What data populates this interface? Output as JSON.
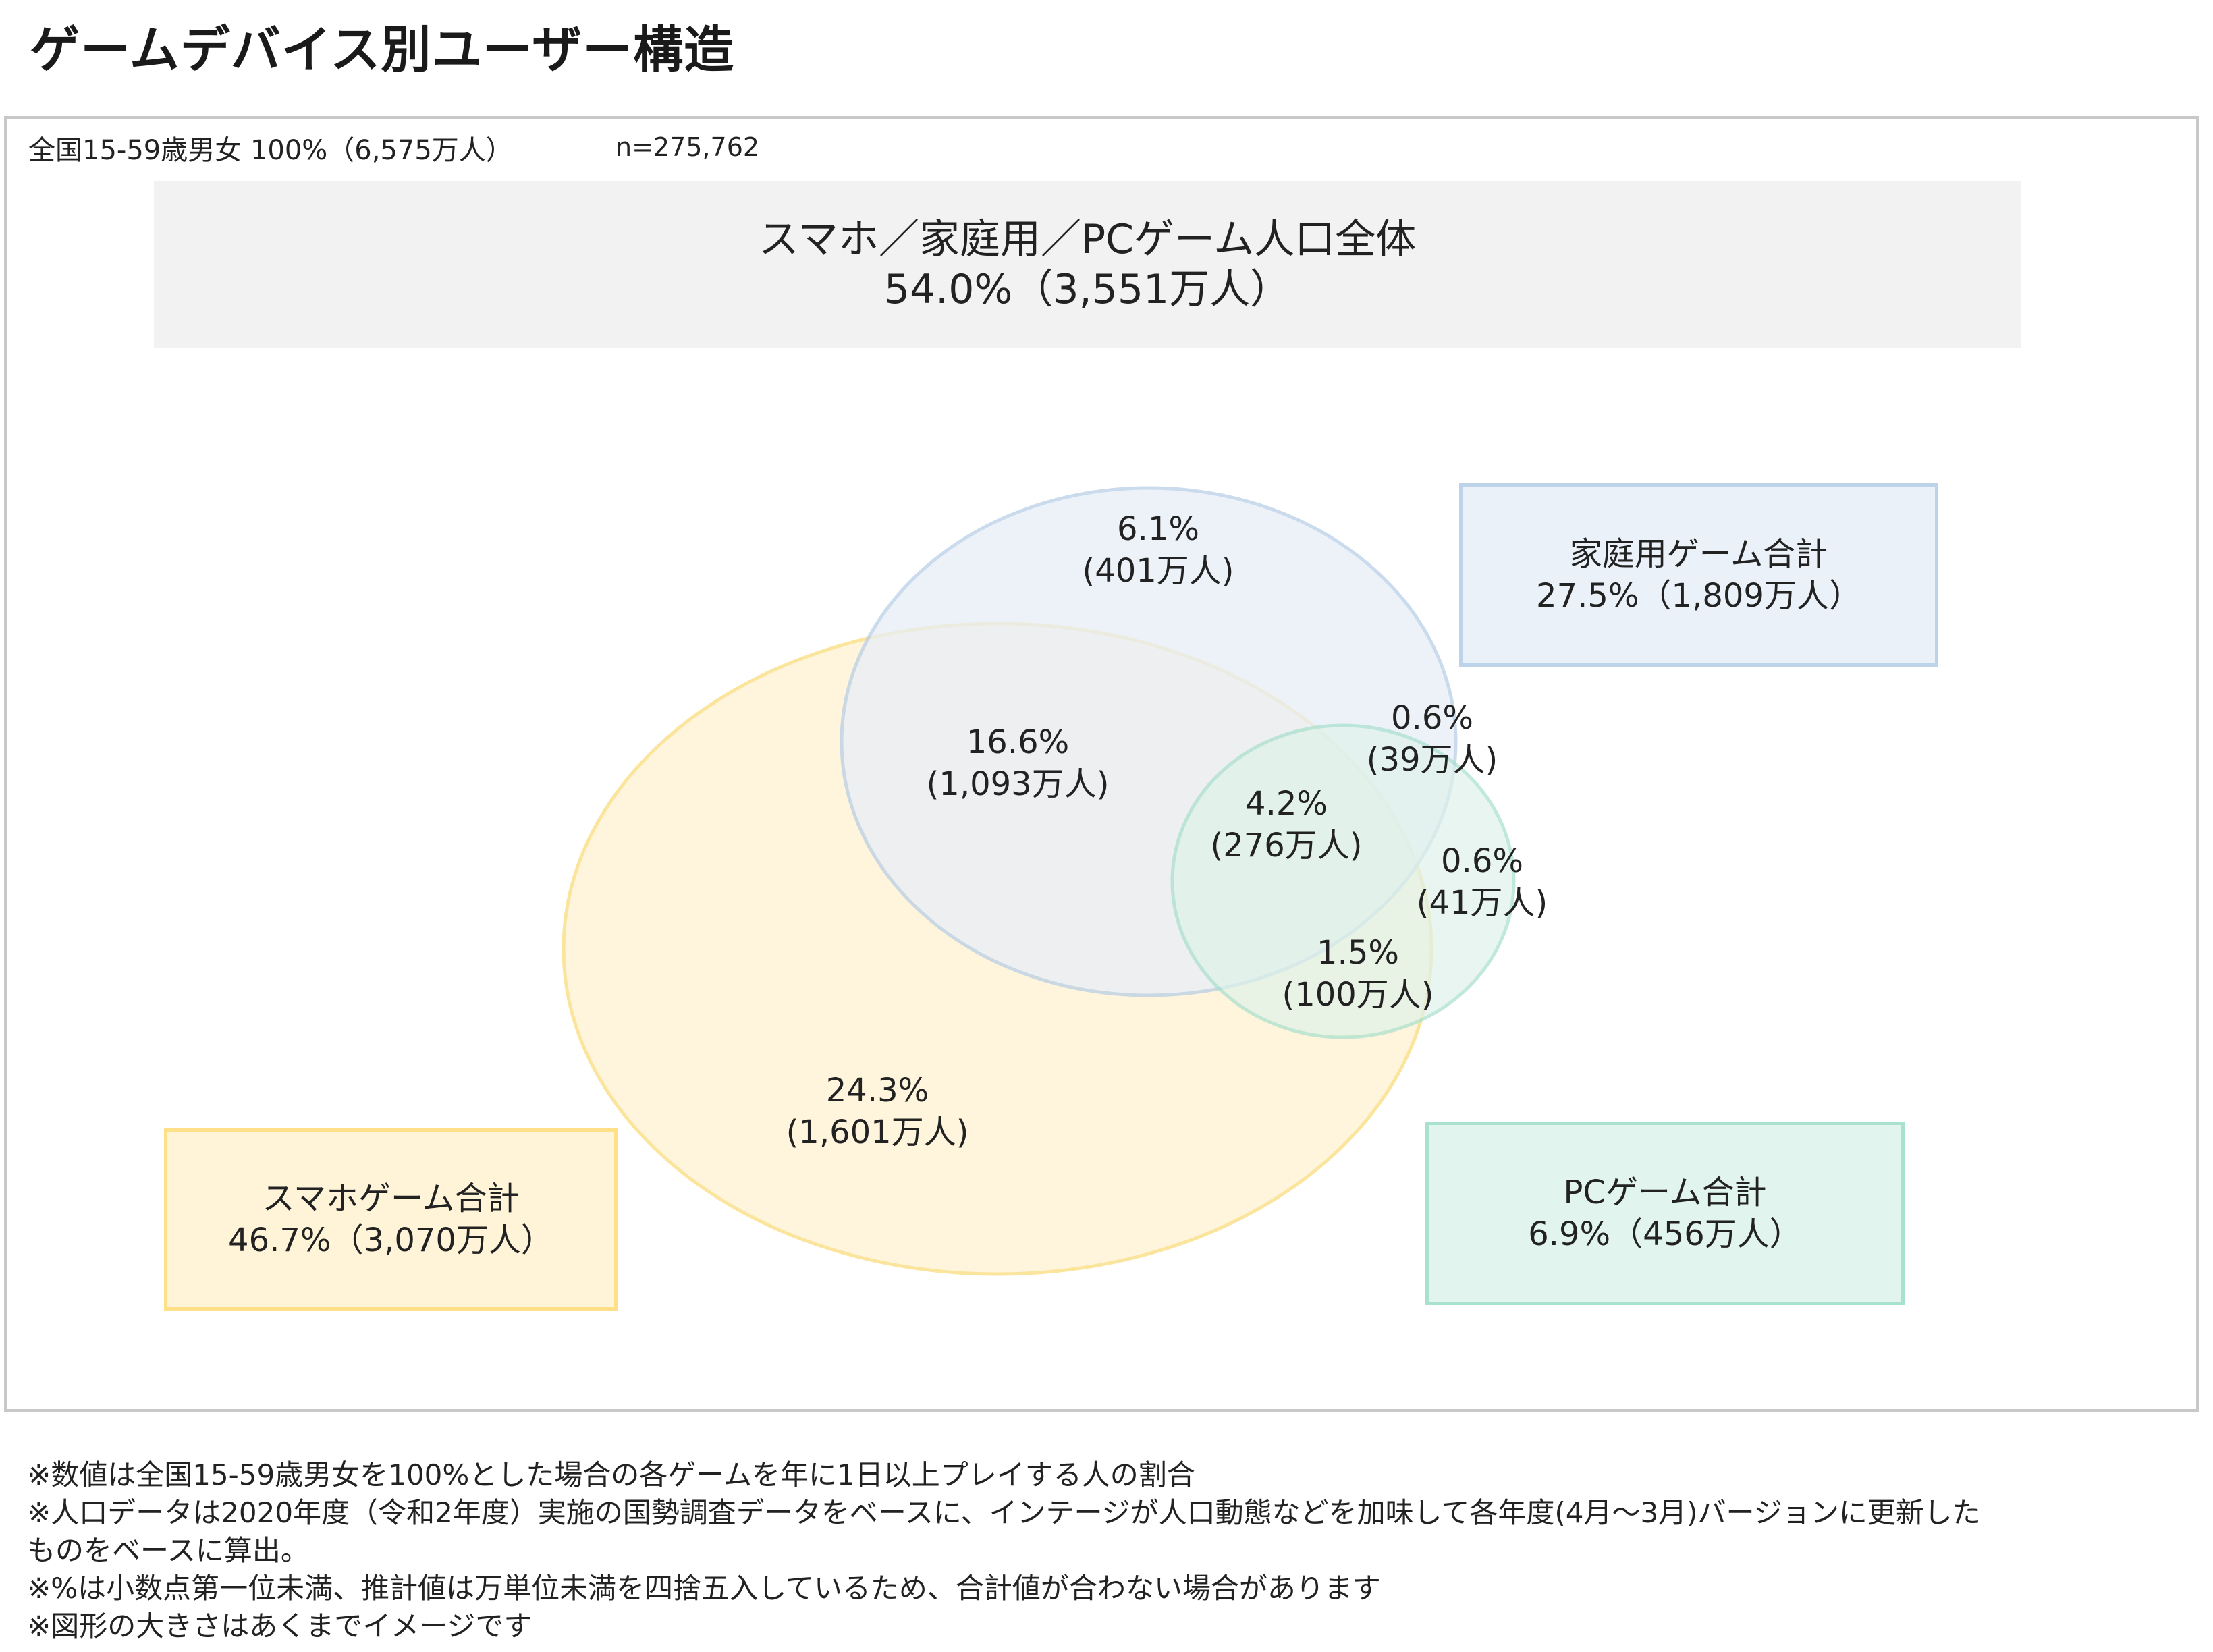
{
  "title": "ゲームデバイス別ユーザー構造",
  "base_label": "全国15-59歳男女 100%（6,575万人）",
  "sample_n": "n=275,762",
  "total": {
    "line1": "スマホ／家庭用／PCゲーム人口全体",
    "line2": "54.0%（3,551万人）"
  },
  "sets": {
    "console": {
      "line1": "家庭用ゲーム合計",
      "line2": "27.5%（1,809万人）",
      "fill": "#e8eef7",
      "stroke": "#b8cfe6"
    },
    "smartphone": {
      "line1": "スマホゲーム合計",
      "line2": "46.7%（3,070万人）",
      "fill": "#fff4d6",
      "stroke": "#fbe08a"
    },
    "pc": {
      "line1": "PCゲーム合計",
      "line2": "6.9%（456万人）",
      "fill": "#dff2ea",
      "stroke": "#a6e0cd"
    }
  },
  "regions": {
    "console_only": {
      "pct": "6.1%",
      "count": "(401万人)"
    },
    "console_smartphone": {
      "pct": "16.6%",
      "count": "(1,093万人)"
    },
    "console_pc": {
      "pct": "0.6%",
      "count": "(39万人)"
    },
    "all_three": {
      "pct": "4.2%",
      "count": "(276万人)"
    },
    "pc_only": {
      "pct": "0.6%",
      "count": "(41万人)"
    },
    "smartphone_pc": {
      "pct": "1.5%",
      "count": "(100万人)"
    },
    "smartphone_only": {
      "pct": "24.3%",
      "count": "(1,601万人)"
    }
  },
  "notes": [
    "※数値は全国15-59歳男女を100%とした場合の各ゲームを年に1日以上プレイする人の割合",
    "※人口データは2020年度（令和2年度）実施の国勢調査データをベースに、インテージが人口動態などを加味して各年度(4月～3月)バージョンに更新した",
    "ものをベースに算出。",
    "※%は小数点第一位未満、推計値は万単位未満を四捨五入しているため、合計値が合わない場合があります",
    "※図形の大きさはあくまでイメージです"
  ]
}
